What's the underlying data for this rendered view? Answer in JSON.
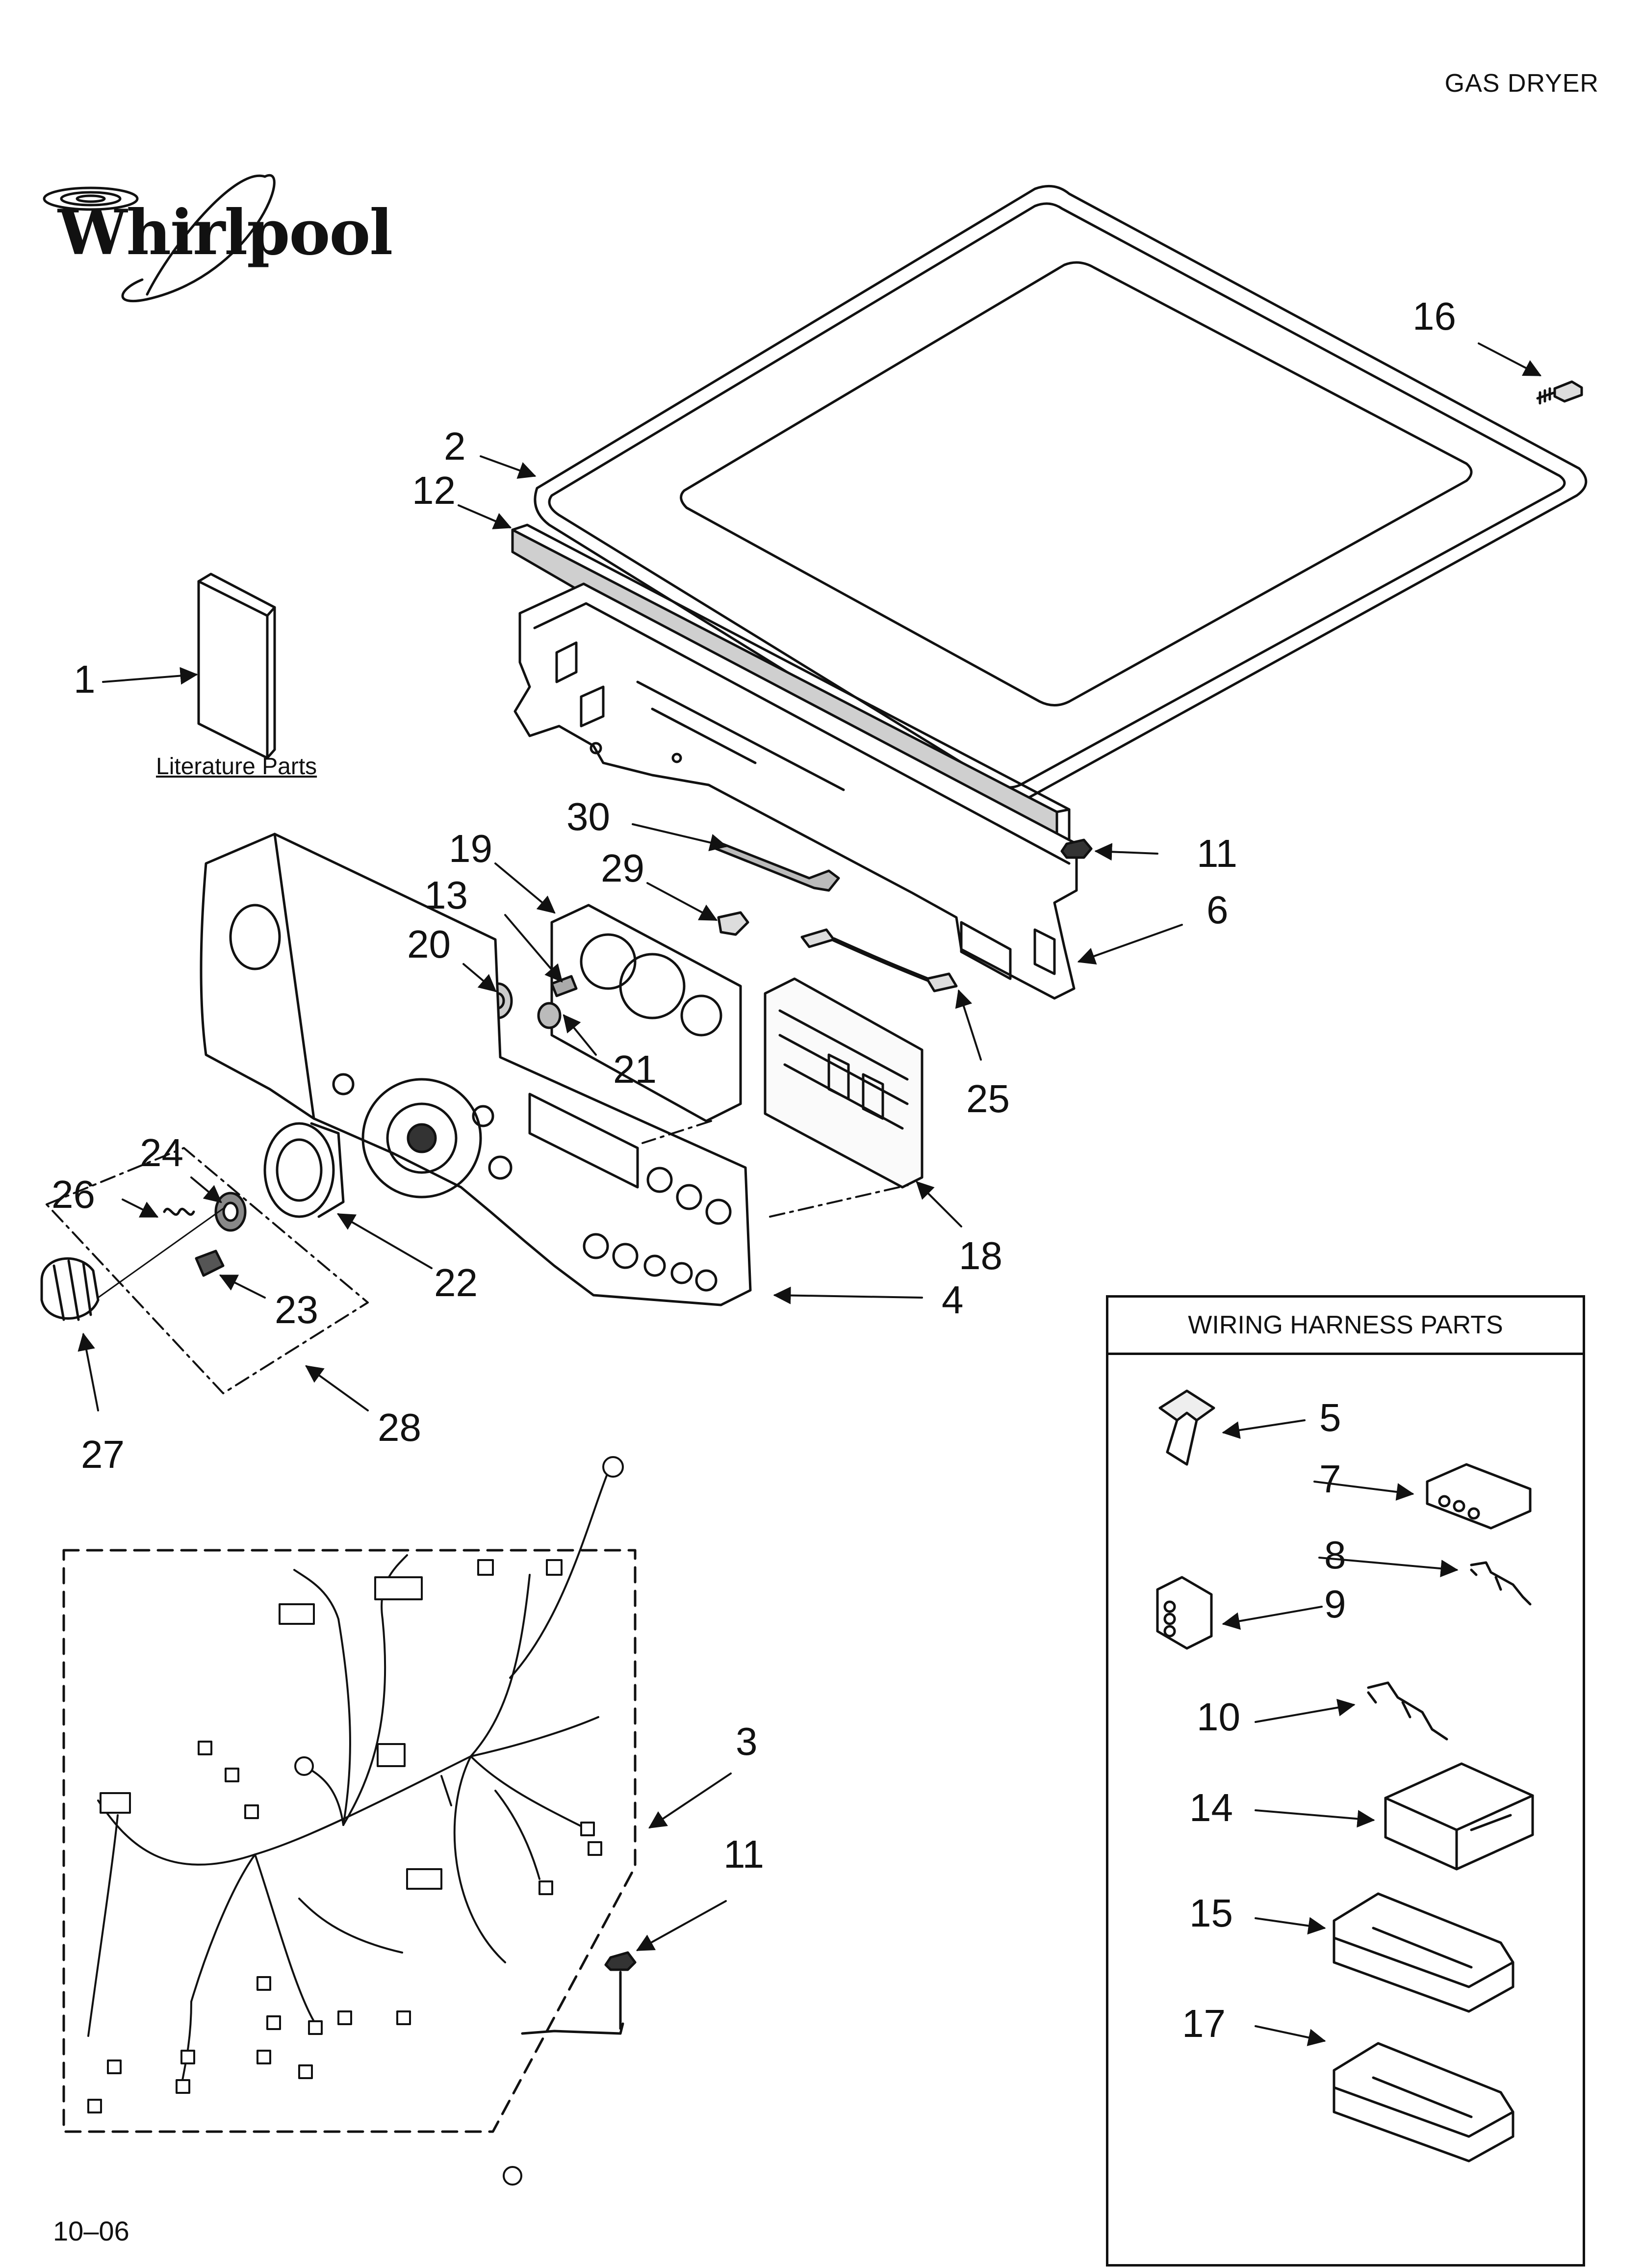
{
  "header": {
    "title": "GAS DRYER"
  },
  "brand": {
    "logo_text": "Whirlpool"
  },
  "literature": {
    "label": "Literature Parts"
  },
  "wiring_box": {
    "title": "WIRING HARNESS PARTS"
  },
  "callouts": {
    "c1": "1",
    "c2": "2",
    "c3": "3",
    "c4": "4",
    "c5": "5",
    "c6": "6",
    "c7": "7",
    "c8": "8",
    "c9": "9",
    "c10": "10",
    "c11a": "11",
    "c11b": "11",
    "c12": "12",
    "c13": "13",
    "c14": "14",
    "c15": "15",
    "c16": "16",
    "c17": "17",
    "c18": "18",
    "c19": "19",
    "c20": "20",
    "c21": "21",
    "c22": "22",
    "c23": "23",
    "c24": "24",
    "c25": "25",
    "c26": "26",
    "c27": "27",
    "c28": "28",
    "c29": "29",
    "c30": "30"
  },
  "footer": {
    "code": "10–06"
  },
  "colors": {
    "ink": "#111111",
    "panel_fill": "#f2f2f2",
    "shade": "#cfcfcf"
  }
}
